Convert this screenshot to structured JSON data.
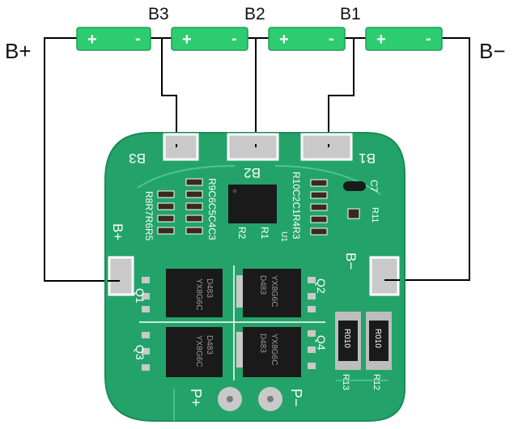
{
  "diagram": {
    "terminals": {
      "b_plus": "B+",
      "b_minus": "B−",
      "b1": "B1",
      "b2": "B2",
      "b3": "B3"
    },
    "cell_polarity": {
      "plus": "+",
      "minus": "-"
    },
    "board": {
      "pads": {
        "b1": "B1",
        "b2": "B2",
        "b3": "B3",
        "b_plus": "B+",
        "b_minus": "B−",
        "p_plus": "P+",
        "p_minus": "P−"
      },
      "mosfets": [
        {
          "ref": "Q1",
          "marking_top": "D483",
          "marking_bottom": "YX8G6C"
        },
        {
          "ref": "Q2",
          "marking_top": "D483",
          "marking_bottom": "YX8G6C"
        },
        {
          "ref": "Q3",
          "marking_top": "D483",
          "marking_bottom": "YX8G6C"
        },
        {
          "ref": "Q4",
          "marking_top": "D483",
          "marking_bottom": "YX8G6C"
        }
      ],
      "shunts": [
        {
          "ref": "R13",
          "marking": "R010"
        },
        {
          "ref": "R12",
          "marking": "R010"
        }
      ],
      "silkscreen": {
        "left_column": "R8R7R6R5",
        "mid_column_1": "R9C6C5C4C3",
        "mid_column_2": "R2",
        "mid_column_3": "R1",
        "ic_ref": "U1",
        "right_column": "R10C2C1R4R3",
        "c7": "C7",
        "r11": "R11"
      }
    },
    "colors": {
      "board": "#23a36a",
      "board_edge": "#1b8a57",
      "cell": "#2ecc71",
      "pad": "#c9c9c9",
      "wire": "#000000",
      "mosfet": "#1a1a1a"
    }
  }
}
